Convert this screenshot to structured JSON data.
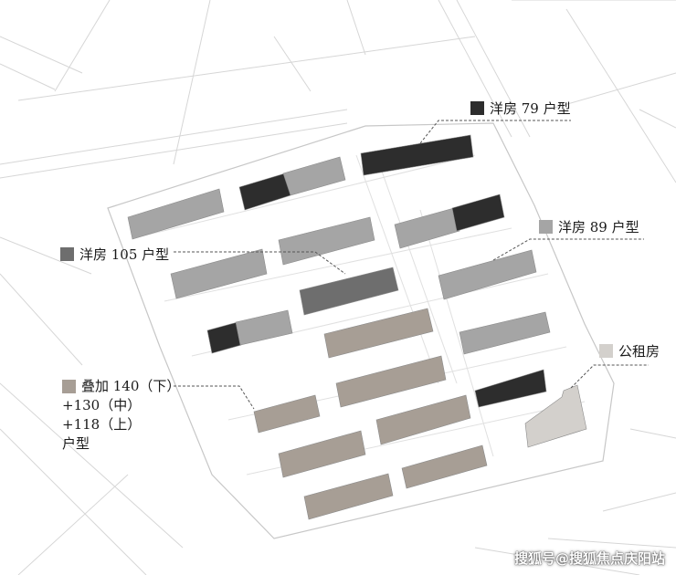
{
  "colors": {
    "villa79": "#2d2d2d",
    "villa89": "#a5a5a5",
    "villa105": "#6e6e6e",
    "stacked": "#a79e95",
    "rental": "#d3d0cc"
  },
  "legend": {
    "villa79": "洋房 79 户型",
    "villa89": "洋房 89 户型",
    "villa105": "洋房 105 户型",
    "stacked_line1": "叠加 140（下）",
    "stacked_line2": "+130（中）",
    "stacked_line3": "+118（上）",
    "stacked_line4": "户型",
    "rental": "公租房"
  },
  "watermark": "搜狐号@搜狐焦点庆阳站"
}
